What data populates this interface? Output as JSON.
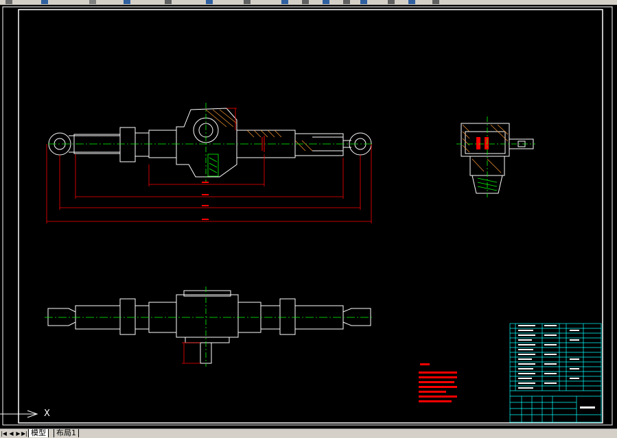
{
  "toolbar": {
    "icons": [
      "tool-icon-1",
      "tool-icon-2",
      "tool-icon-3",
      "tool-icon-4",
      "tool-icon-5",
      "tool-icon-6",
      "tool-icon-7",
      "tool-icon-8",
      "tool-icon-9",
      "tool-icon-10",
      "tool-icon-11",
      "tool-icon-12",
      "tool-icon-13",
      "tool-icon-14",
      "tool-icon-15"
    ]
  },
  "ucs": {
    "x_label": "X"
  },
  "tabs": [
    {
      "label": "模型",
      "active": true
    },
    {
      "label": "布局1",
      "active": false
    }
  ],
  "colors": {
    "background": "#000000",
    "frame": "#ffffff",
    "dimension": "#ff0000",
    "centerline": "#00ff00",
    "hatch": "#00ff00",
    "title_block": "#00ffff"
  }
}
